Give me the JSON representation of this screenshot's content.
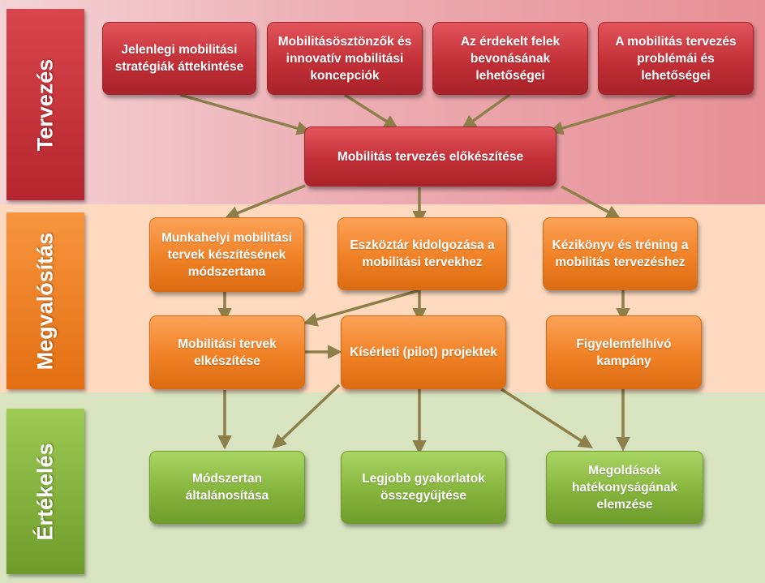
{
  "phases": {
    "planning": "Tervezés",
    "implementation": "Megvalósítás",
    "evaluation": "Értékelés"
  },
  "nodes": {
    "n1": "Jelenlegi mobilitási stratégiák áttekintése",
    "n2": "Mobilitásösztönzők és innovatív mobilitási koncepciók",
    "n3": "Az érdekelt felek bevonásának lehetőségei",
    "n4": "A mobilitás tervezés problémái és lehetőségei",
    "n5": "Mobilitás tervezés előkészítése",
    "n6": "Munkahelyi mobilitási tervek készítésének módszertana",
    "n7": "Eszköztár kidolgozása a mobilitási tervekhez",
    "n8": "Kézikönyv és tréning a mobilitás tervezéshez",
    "n9": "Mobilitási tervek elkészítése",
    "n10": "Kísérleti (pilot) projektek",
    "n11": "Figyelemfelhívó kampány",
    "n12": "Módszertan általánosítása",
    "n13": "Legjobb gyakorlatok összegyűjtése",
    "n14": "Megoldások hatékonyságának elemzése"
  },
  "colors": {
    "planning": "#c22f37",
    "implementation": "#f08125",
    "evaluation": "#86b53d",
    "arrow": "#8c7f4a"
  }
}
